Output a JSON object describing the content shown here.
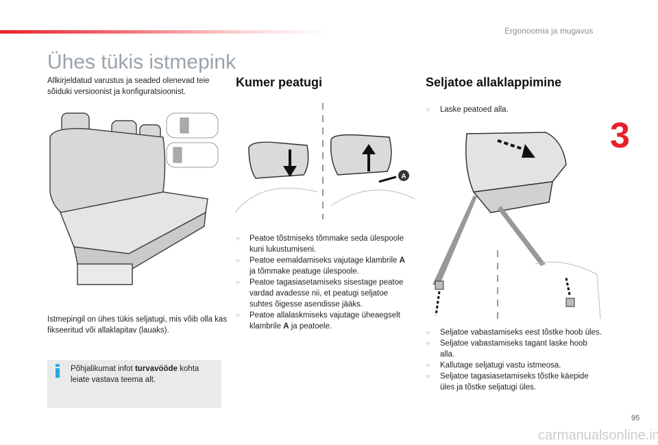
{
  "header": {
    "section": "Ergonoomia ja mugavus",
    "chapter": "3",
    "accent": "#e8202a"
  },
  "page_title": "Ühes tükis istmepink",
  "intro": "Allkirjeldatud varustus ja seaded olenevad teie sõiduki versioonist ja konfiguratsioonist.",
  "left": {
    "description": "Istmepingil on ühes tükis seljatugi, mis võib olla kas fikseeritud või allaklapitav (lauaks).",
    "info": {
      "pre": "Põhjalikumat infot ",
      "bold": "turvavööde",
      "post": " kohta leiate vastava teema alt.",
      "icon": "info-icon",
      "icon_color": "#27a9e1"
    }
  },
  "kumer": {
    "heading": "Kumer peatugi",
    "label_a": "A",
    "items": [
      {
        "pre": "Peatoe tõstmiseks tõmmake seda ülespoole kuni lukustumiseni.",
        "bold": "",
        "post": ""
      },
      {
        "pre": "Peatoe eemaldamiseks vajutage klambrile ",
        "bold": "A",
        "post": " ja tõmmake peatuge ülespoole."
      },
      {
        "pre": "Peatoe tagasiasetamiseks sisestage peatoe vardad avadesse nii, et peatugi seljatoe suhtes õigesse asendisse jääks.",
        "bold": "",
        "post": ""
      },
      {
        "pre": "Peatoe allalaskmiseks vajutage üheaegselt klambrile ",
        "bold": "A",
        "post": " ja peatoele."
      }
    ]
  },
  "seljatoe": {
    "heading": "Seljatoe allaklappimine",
    "items_top": [
      "Laske peatoed alla."
    ],
    "items": [
      "Seljatoe vabastamiseks eest tõstke hoob üles.",
      "Seljatoe vabastamiseks tagant laske hoob alla.",
      "Kallutage seljatugi vastu istmeosa.",
      "Seljatoe tagasiasetamiseks tõstke käepide üles ja tõstke seljatugi üles."
    ]
  },
  "bullet": "☞",
  "page_number": "95",
  "watermark": "carmanualsonline.info"
}
